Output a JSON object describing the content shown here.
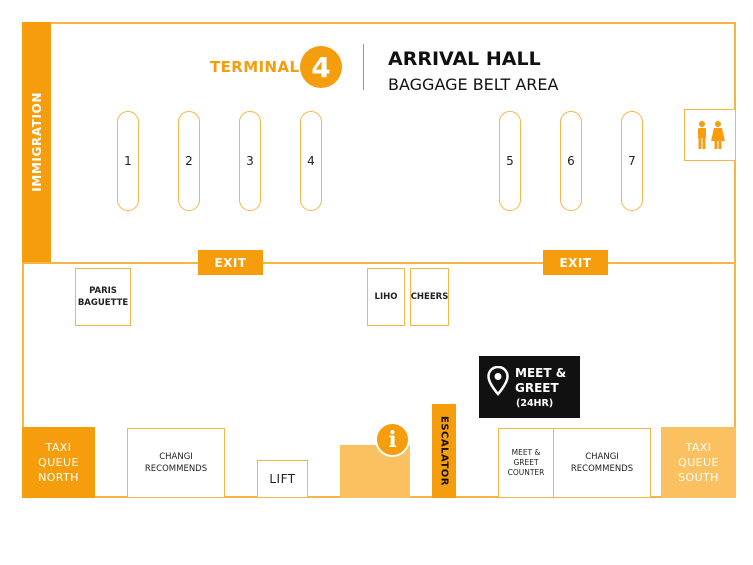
{
  "header": {
    "terminal_label": "TERMINAL",
    "terminal_number": "4",
    "title": "ARRIVAL HALL",
    "subtitle": "BAGGAGE BELT AREA"
  },
  "belts": [
    "1",
    "2",
    "3",
    "4",
    "5",
    "6",
    "7"
  ],
  "immigration": "IMMIGRATION",
  "exits": [
    "EXIT",
    "EXIT"
  ],
  "shops": {
    "paris_baguette": "PARIS\nBAGUETTE",
    "liho": "LIHO",
    "cheers": "CHEERS",
    "changi_recommends_left": "CHANGI\nRECOMMENDS",
    "changi_recommends_right": "CHANGI\nRECOMMENDS",
    "meet_greet_counter": "MEET &\nGREET\nCOUNTER",
    "lift": "LIFT",
    "escalator": "ESCALATOR"
  },
  "meet_greet": {
    "title": "MEET &\nGREET",
    "hours": "(24HR)"
  },
  "taxi": {
    "north": "TAXI\nQUEUE\nNORTH",
    "south": "TAXI\nQUEUE\nSOUTH"
  },
  "info_symbol": "i",
  "icons": {
    "toilet": "toilet-icon",
    "pin": "location-pin-icon",
    "info": "information-icon"
  },
  "colors": {
    "accent": "#f59d0d",
    "accent_light": "#fbc05f",
    "line": "#f7b548",
    "dark": "#111111"
  }
}
